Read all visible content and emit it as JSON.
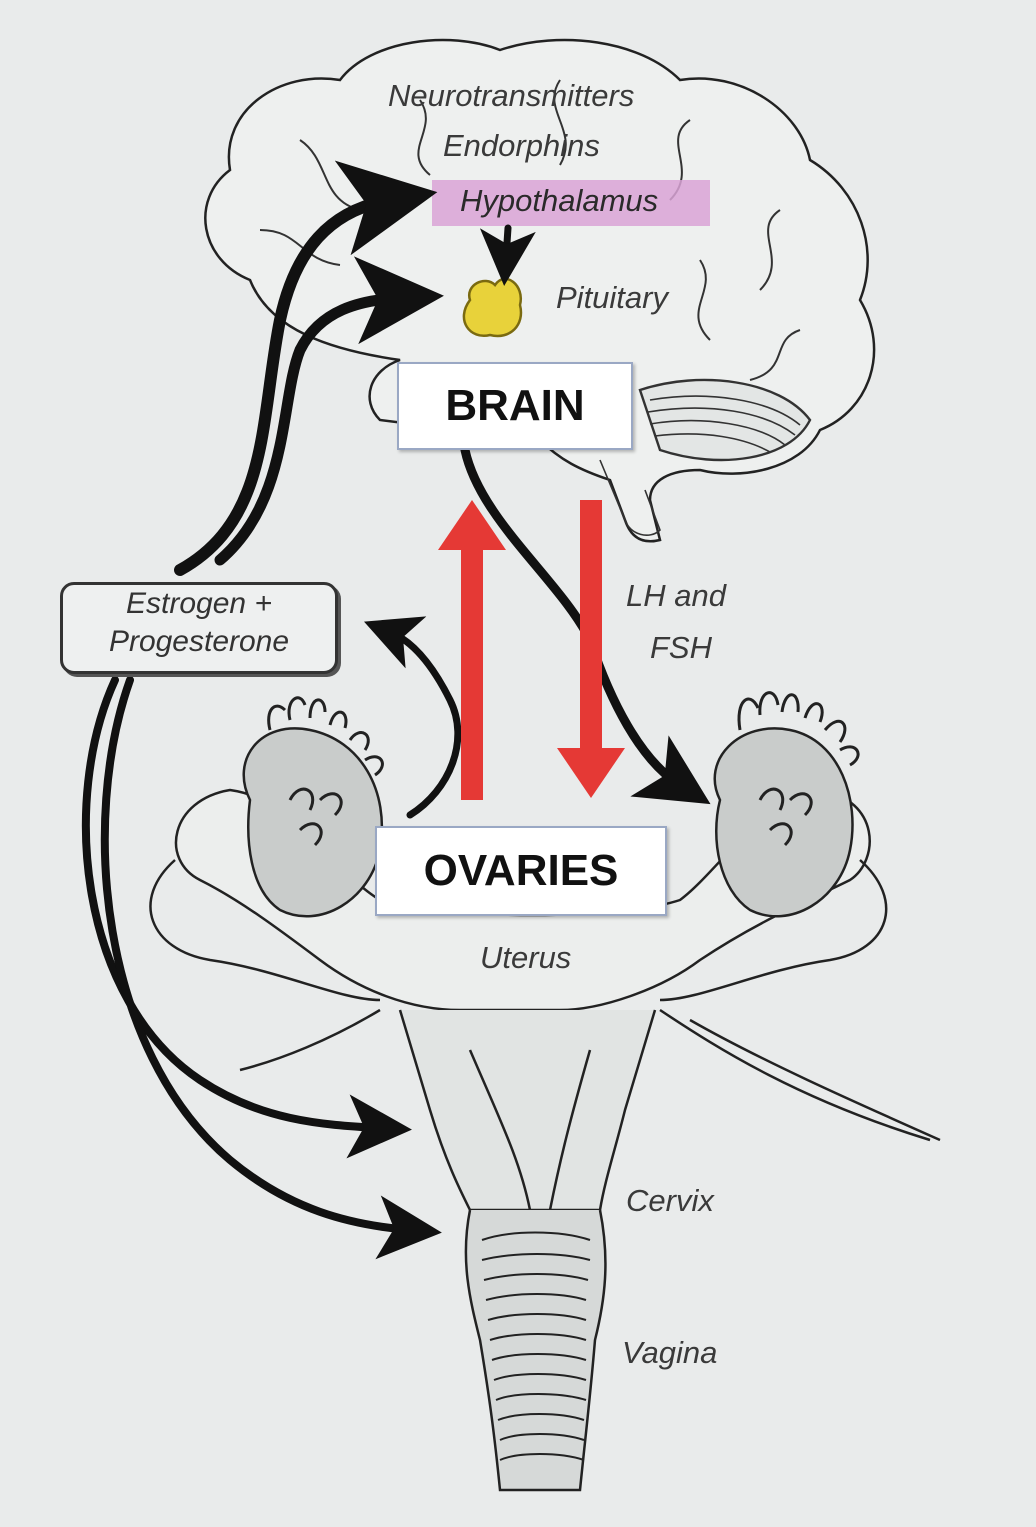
{
  "labels": {
    "neurotransmitters": "Neurotransmitters",
    "endorphins": "Endorphins",
    "hypothalamus": "Hypothalamus",
    "pituitary": "Pituitary",
    "brain": "BRAIN",
    "lh_fsh_line1": "LH and",
    "lh_fsh_line2": "FSH",
    "estrogen_line1": "Estrogen +",
    "estrogen_line2": "Progesterone",
    "ovaries": "OVARIES",
    "uterus": "Uterus",
    "cervix": "Cervix",
    "vagina": "Vagina"
  },
  "colors": {
    "background": "#e9ebeb",
    "hypothalamus_highlight": "#d9a3d6",
    "pituitary": "#e8d23a",
    "arrow_red": "#e53935",
    "arrow_black": "#111111"
  }
}
